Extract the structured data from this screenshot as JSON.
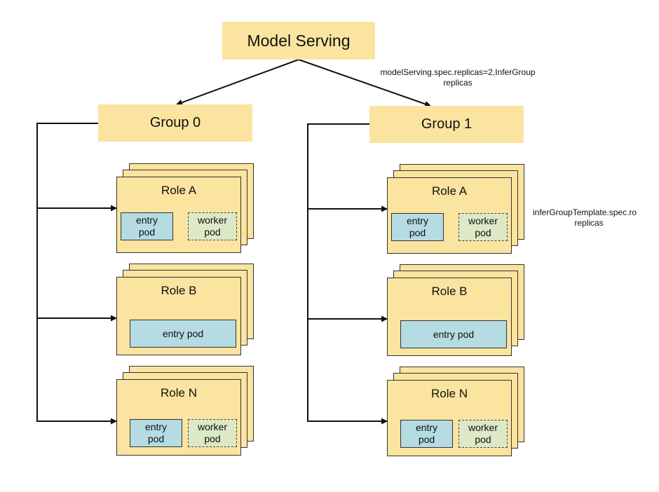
{
  "root": {
    "label": "Model Serving"
  },
  "groups": [
    {
      "label": "Group 0",
      "roles": [
        {
          "title": "Role A",
          "entry": "entry pod",
          "worker": "worker pod"
        },
        {
          "title": "Role B",
          "entry": "entry pod"
        },
        {
          "title": "Role N",
          "entry": "entry pod",
          "worker": "worker pod"
        }
      ]
    },
    {
      "label": "Group 1",
      "roles": [
        {
          "title": "Role A",
          "entry": "entry pod",
          "worker": "worker pod"
        },
        {
          "title": "Role B",
          "entry": "entry pod"
        },
        {
          "title": "Role N",
          "entry": "entry pod",
          "worker": "worker pod"
        }
      ]
    }
  ],
  "annotations": {
    "replicas_line1": "modelServing.spec.replicas=2,InferGroup",
    "replicas_line2": "replicas",
    "template_line1": "inferGroupTemplate.spec.ro",
    "template_line2": "replicas"
  },
  "colors": {
    "box_fill": "#fbe49f",
    "entry_pod": "#b5dbe3",
    "worker_pod": "#dce8c6",
    "line": "#111111"
  }
}
